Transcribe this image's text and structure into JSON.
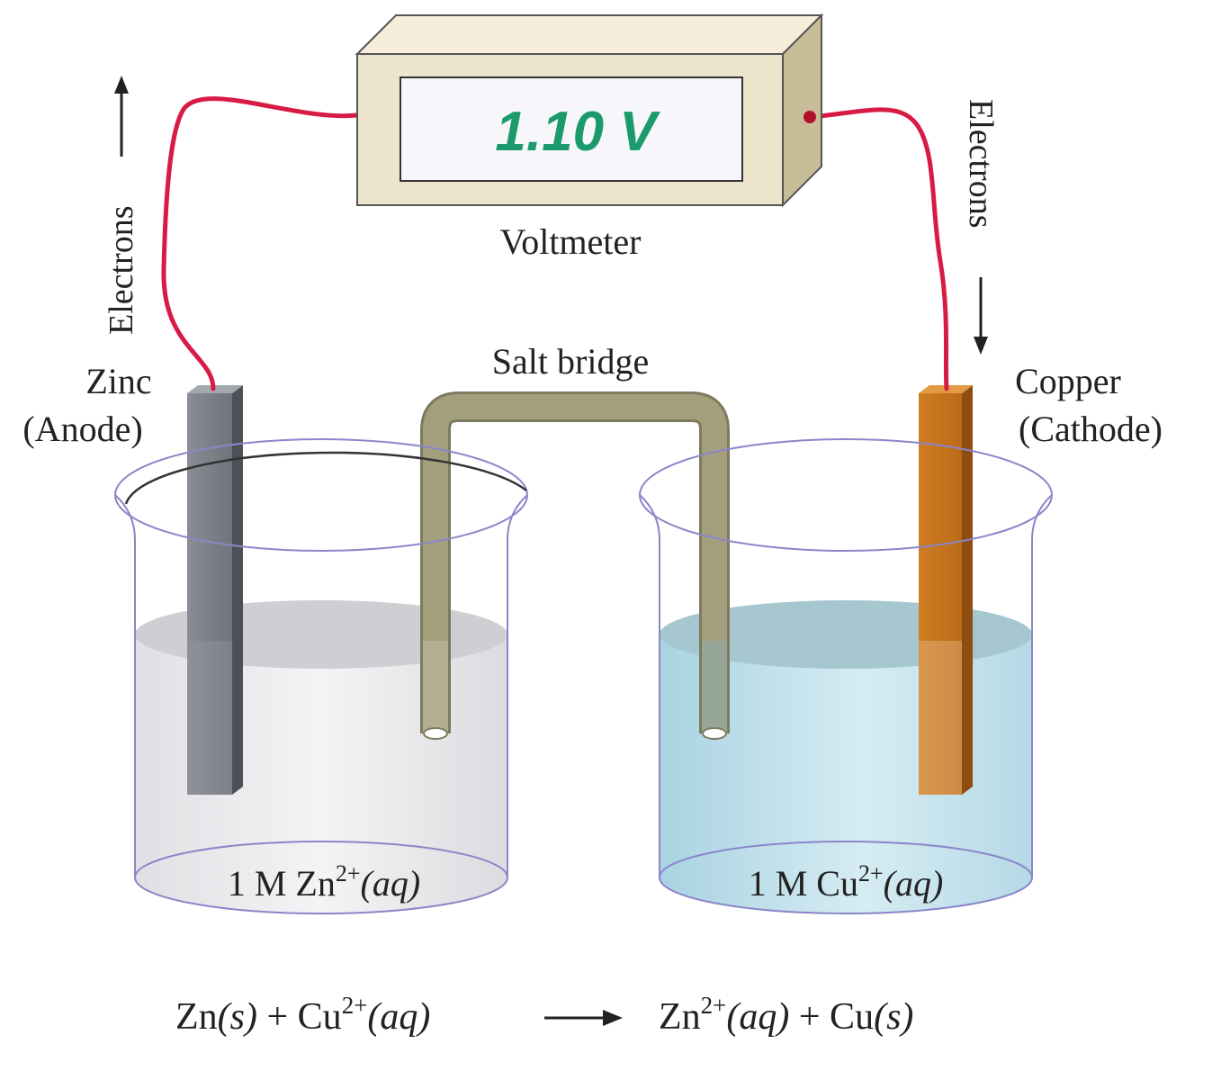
{
  "voltmeter": {
    "reading": "1.10 V",
    "label": "Voltmeter",
    "display_color": "#1b9a6c"
  },
  "salt_bridge": {
    "label": "Salt bridge"
  },
  "electrons_left": {
    "label": "Electrons",
    "direction": "up"
  },
  "electrons_right": {
    "label": "Electrons",
    "direction": "down"
  },
  "anode": {
    "line1": "Zinc",
    "line2": "(Anode)"
  },
  "cathode": {
    "line1": "Copper",
    "line2": "(Cathode)"
  },
  "left_solution": {
    "prefix": "1 M Zn",
    "charge": "2+",
    "state": "(aq)"
  },
  "right_solution": {
    "prefix": "1 M Cu",
    "charge": "2+",
    "state": "(aq)"
  },
  "equation": {
    "zn": "Zn",
    "s1": "(s)",
    "plus1": " + Cu",
    "charge1": "2+",
    "aq1": "(aq)",
    "zn2": "Zn",
    "charge2": "2+",
    "aq2": "(aq)",
    "plus2": " + Cu",
    "s2": "(s)"
  },
  "colors": {
    "wire": "#d81b45",
    "zinc": "#7b7e86",
    "copper": "#c8741c",
    "copper_solution": "#b8dbe8",
    "salt_bridge": "#a39f7c",
    "voltmeter_body": "#ede4cc"
  }
}
